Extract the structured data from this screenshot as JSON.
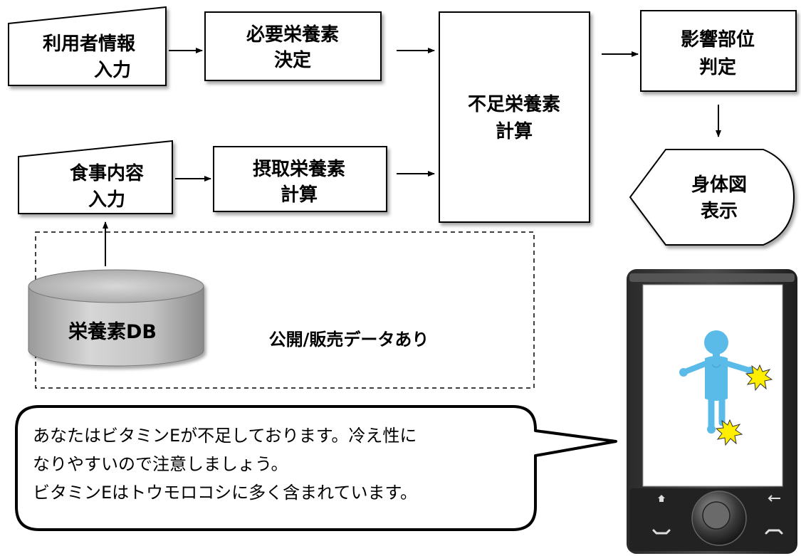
{
  "flow": {
    "user_info": {
      "line1": "利用者情報",
      "line2": "入力"
    },
    "required_nutrients": {
      "line1": "必要栄養素",
      "line2": "決定"
    },
    "meal_input": {
      "line1": "食事内容",
      "line2": "入力"
    },
    "intake_calc": {
      "line1": "摂取栄養素",
      "line2": "計算"
    },
    "shortage_calc": {
      "line1": "不足栄養素",
      "line2": "計算"
    },
    "affected_part": {
      "line1": "影響部位",
      "line2": "判定"
    },
    "body_display": {
      "line1": "身体図",
      "line2": "表示"
    }
  },
  "database": {
    "label": "栄養素DB",
    "group_label": "公開/販売データあり"
  },
  "speech": {
    "lines": [
      "あなたはビタミンEが不足しております。冷え性に",
      "なりやすいので注意しましょう。",
      "ビタミンEはトウモロコシに多く含まれています。"
    ]
  },
  "phone": {
    "home_icon": "home-icon",
    "back_icon": "back-arrow-icon",
    "call_icon": "call-icon",
    "end_call_icon": "end-call-icon"
  },
  "colors": {
    "stroke": "#000000",
    "body_figure": "#5bbbe8",
    "burst": "#ffee00",
    "db_gray": "#b8b8b8"
  }
}
